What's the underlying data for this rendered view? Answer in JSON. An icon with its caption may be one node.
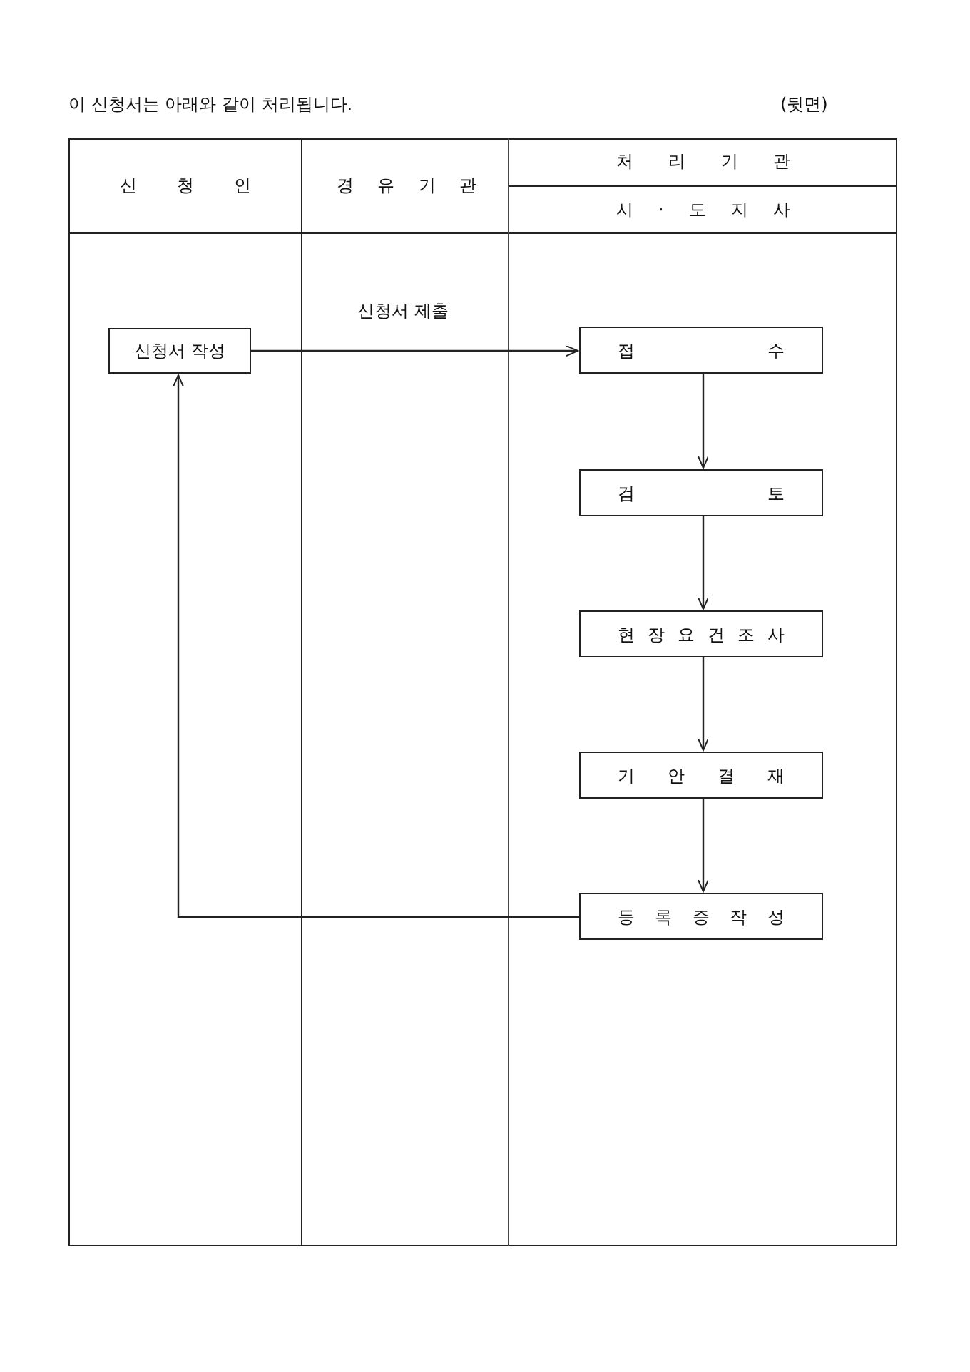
{
  "diagram": {
    "nodes": [
      {
        "text": [
          "신청서 작성"
        ]
      },
      {
        "text": [
          "접 수"
        ]
      },
      {
        "text": [
          "검 토"
        ]
      },
      {
        "text": [
          "현 장 요 건 조 사"
        ]
      },
      {
        "text": [
          "기 안 결 재"
        ]
      },
      {
        "text": [
          "등 록 증 작 성"
        ]
      }
    ],
    "edges": [
      {
        "from": 0,
        "to": 1,
        "arrow": "to",
        "label": "신청서 제출"
      },
      {
        "from": 1,
        "to": 2,
        "arrow": "to"
      },
      {
        "from": 2,
        "to": 3,
        "arrow": "to"
      },
      {
        "from": 3,
        "to": 4,
        "arrow": "to"
      },
      {
        "from": 4,
        "to": 5,
        "arrow": "to"
      },
      {
        "from": 5,
        "to": 0,
        "arrow": "to"
      }
    ],
    "labels": [
      "이 신청서는 아래와 같이 처리됩니다.",
      "(뒷면)",
      "신 청 인",
      "경 유 기 관",
      "처 리 기 관",
      "시 · 도 지 사"
    ]
  }
}
